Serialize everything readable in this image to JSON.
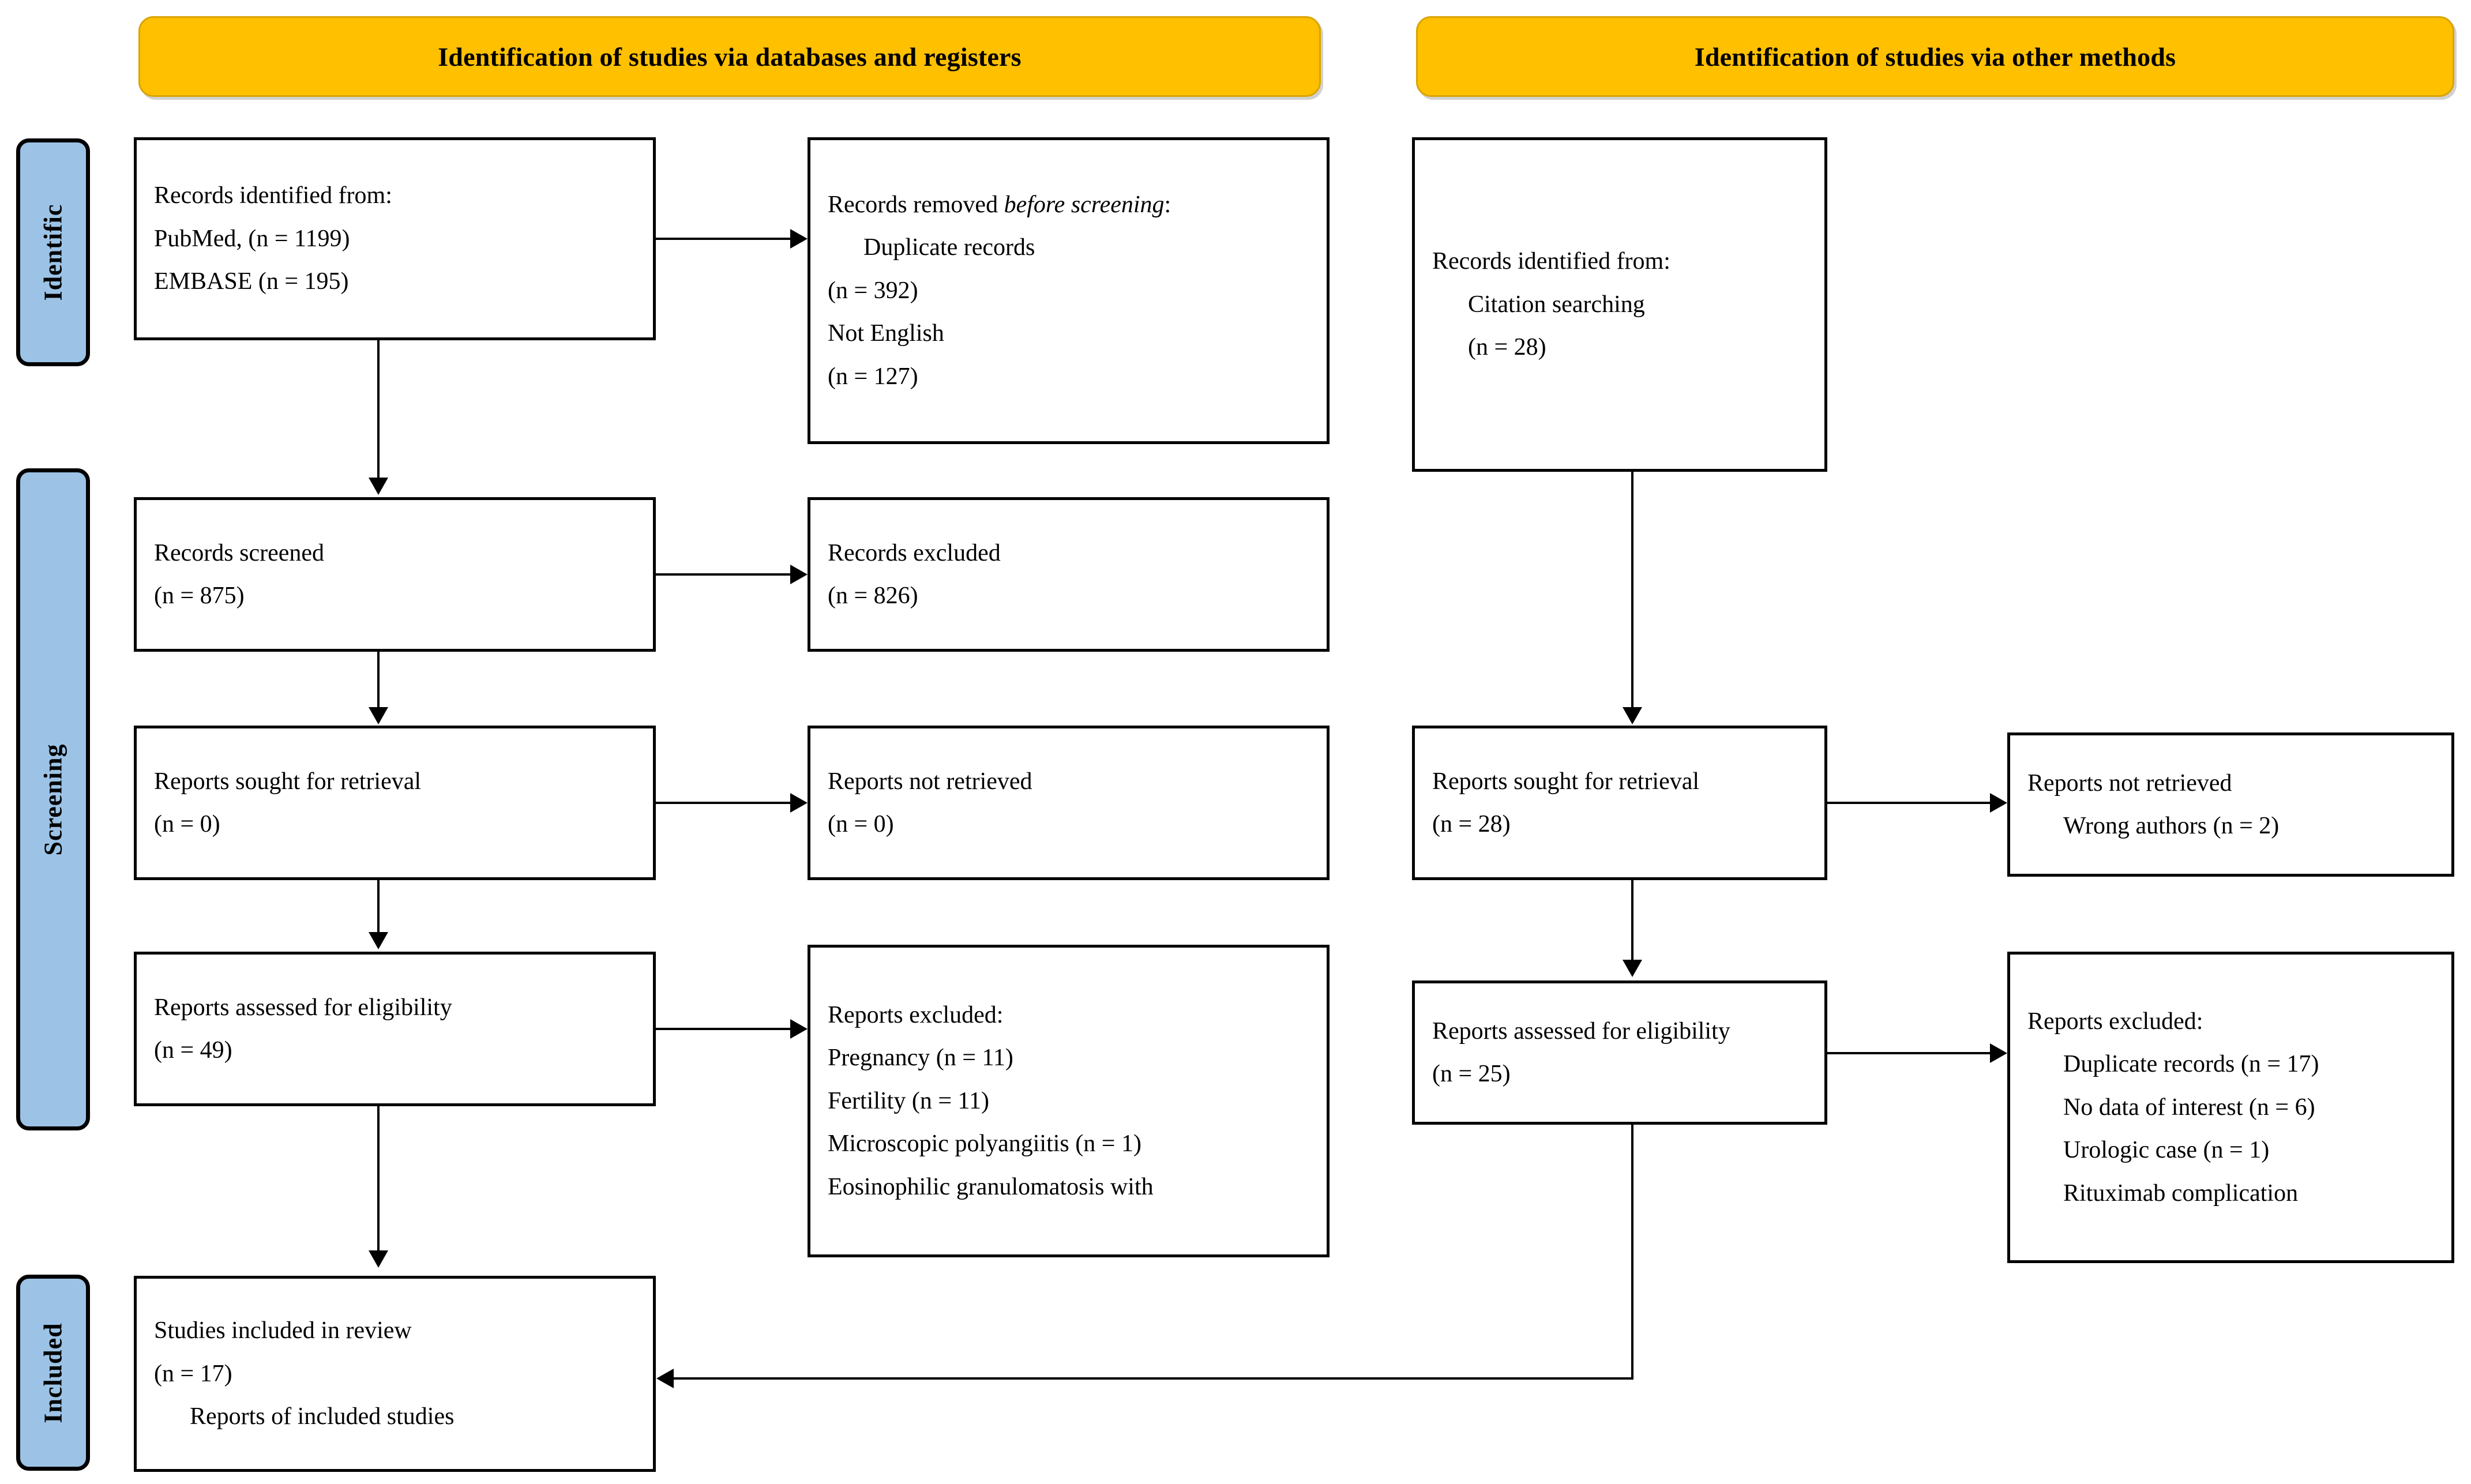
{
  "diagram": {
    "type": "prisma-flow-diagram",
    "title": "PRISMA 2020 flow diagram for new systematic reviews",
    "colors": {
      "header_fill": "#FFC000",
      "header_border": "#D9A400",
      "stage_fill": "#9CC3E6",
      "box_border": "#000000",
      "background": "#FFFFFF"
    }
  },
  "headers": {
    "databases": "Identification of studies via databases and registers",
    "other": "Identification of studies via other methods"
  },
  "stages": [
    {
      "label": "Identific"
    },
    {
      "label": "Screening"
    },
    {
      "label": "Included"
    }
  ],
  "left_column": {
    "records_identified": {
      "l1": "Records identified from:",
      "l2": "PubMed, (n = 1199)",
      "l3": "EMBASE (n = 195)"
    },
    "records_removed": {
      "l1_a": "Records removed ",
      "l1_b": "before screening",
      "l1_c": ":",
      "l2": "Duplicate records",
      "l3": "(n = 392)",
      "l4": "Not English",
      "l5": "(n = 127)"
    },
    "records_screened": {
      "l1": "Records screened",
      "l2": "(n = 875)"
    },
    "records_excluded": {
      "l1": "Records excluded",
      "l2": "(n = 826)"
    },
    "reports_sought": {
      "l1": "Reports sought for retrieval",
      "l2": "(n = 0)"
    },
    "reports_not_retrieved": {
      "l1": "Reports not retrieved",
      "l2": "(n = 0)"
    },
    "reports_assessed": {
      "l1": "Reports assessed for eligibility",
      "l2": "(n = 49)"
    },
    "reports_excluded": {
      "l1": "Reports excluded:",
      "l2": "Pregnancy (n = 11)",
      "l3": "Fertility (n = 11)",
      "l4": "Microscopic polyangiitis (n = 1)",
      "l5": "Eosinophilic granulomatosis with"
    },
    "studies_included": {
      "l1": "Studies included in review",
      "l2": "(n = 17)",
      "l3": "Reports of included studies"
    }
  },
  "right_column": {
    "records_identified": {
      "l1": "Records identified from:",
      "l2": "Citation searching",
      "l3": "(n = 28)"
    },
    "reports_sought": {
      "l1": "Reports sought for retrieval",
      "l2": "(n = 28)"
    },
    "reports_not_retrieved": {
      "l1": "Reports not retrieved",
      "l2": "Wrong authors (n = 2)"
    },
    "reports_assessed": {
      "l1": "Reports assessed for eligibility",
      "l2": "(n = 25)"
    },
    "reports_excluded": {
      "l1": "Reports excluded:",
      "l2": "Duplicate records (n = 17)",
      "l3": "No data of interest (n = 6)",
      "l4": "Urologic case (n = 1)",
      "l5": "Rituximab complication"
    }
  }
}
